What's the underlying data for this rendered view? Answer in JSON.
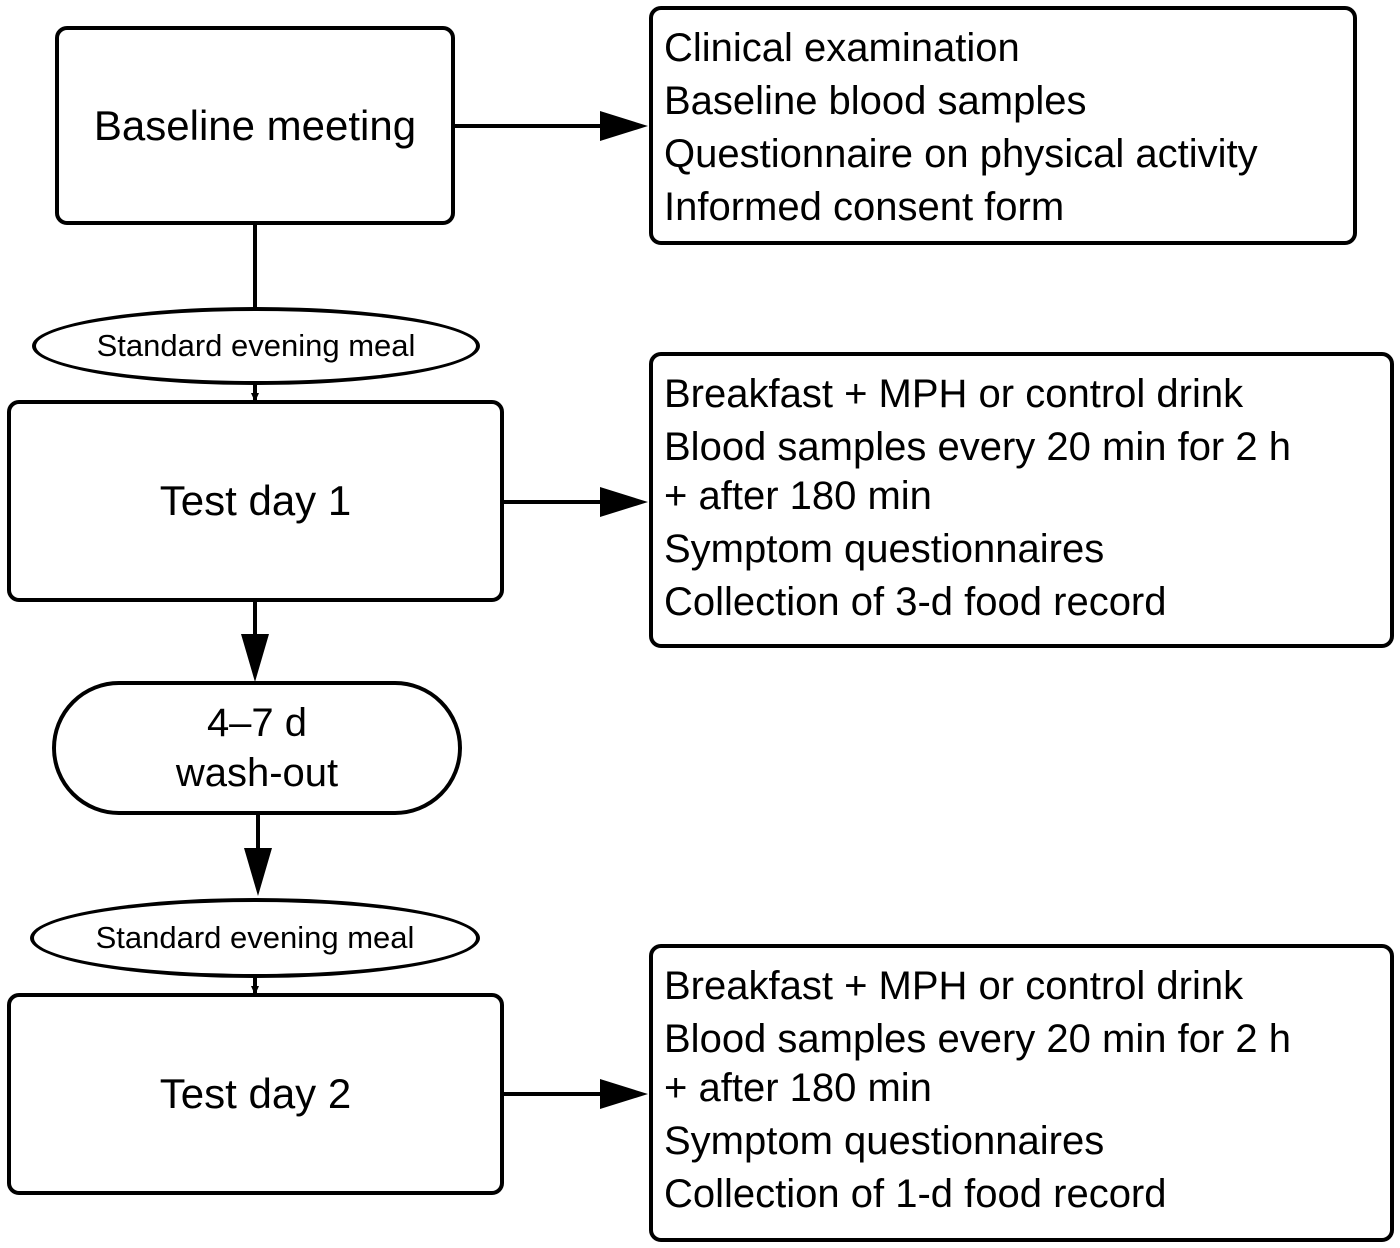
{
  "stages": {
    "baseline": "Baseline meeting",
    "test_day_1": "Test day 1",
    "test_day_2": "Test day 2"
  },
  "meals": {
    "meal_1": "Standard evening meal",
    "meal_2": "Standard evening meal"
  },
  "washout": {
    "line_1": "4–7 d",
    "line_2": "wash-out"
  },
  "baseline_details": [
    "Clinical examination",
    "Baseline blood samples",
    "Questionnaire on physical activity",
    "Informed consent form"
  ],
  "test_day_1_details": [
    "Breakfast + MPH or control drink",
    "Blood samples every 20 min for 2 h",
    "+ after 180 min",
    "Symptom questionnaires",
    "Collection of 3-d food record"
  ],
  "test_day_2_details": [
    "Breakfast + MPH or control drink",
    "Blood samples every 20 min for 2 h",
    "+ after 180 min",
    "Symptom questionnaires",
    "Collection of 1-d food record"
  ]
}
